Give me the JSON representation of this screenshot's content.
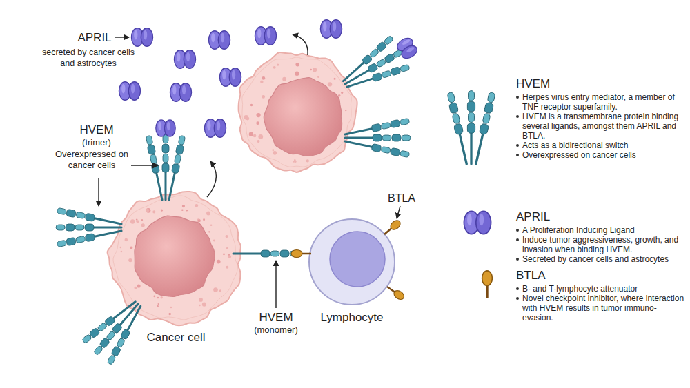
{
  "diagram": {
    "nodes": [
      {
        "text": [
          "Cancer cell"
        ]
      },
      {
        "text": [
          "Lymphocyte"
        ]
      }
    ],
    "labels": [
      "APRIL",
      "secreted by cancer cells and astrocytes",
      "HVEM",
      "(trimer)",
      "Overexpressed on cancer cells",
      "HVEM",
      "(monomer)",
      "BTLA",
      "Herpes virus entry mediator, a member of TNF receptor superfamily.",
      "HVEM is a transmembrane protein binding several ligands, amongst them APRIL and BTLA.",
      "Acts as a bidirectional switch",
      "Overexpressed on cancer cells",
      "A Proliferation Inducing Ligand",
      "Induce tumor aggressiveness, growth, and invasion when binding HVEM.",
      "Secreted by cancer cells and astrocytes",
      "B- and T-lymphocyte attenuator",
      "Novel checkpoint inhibitor, where interaction with HVEM results in tumor immuno-evasion."
    ],
    "legend": [
      {
        "text": "HVEM"
      },
      {
        "text": "APRIL"
      },
      {
        "text": "BTLA"
      }
    ]
  }
}
